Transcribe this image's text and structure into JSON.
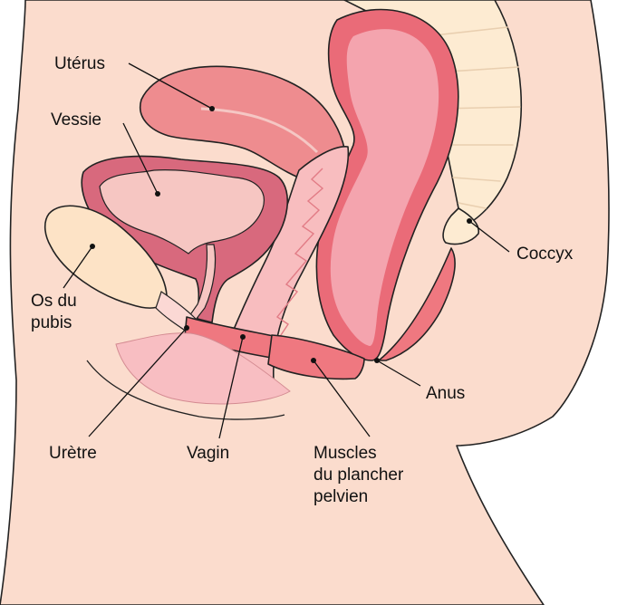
{
  "colors": {
    "background": "#ffffff",
    "skin": "#fbdccd",
    "uterus": "#ee8c8f",
    "bladder_wall": "#d8697d",
    "bladder_inner": "#f6c6c2",
    "rectum_outer": "#ea6b78",
    "rectum_inner": "#f4a4ae",
    "muscle": "#ef7880",
    "pubic_bone": "#fde3c6",
    "spine": "#fdebd2",
    "vagina": "#f8bdbf",
    "outline": "#222222"
  },
  "labels": {
    "uterus": "Utérus",
    "bladder": "Vessie",
    "pubic_bone_line1": "Os du",
    "pubic_bone_line2": "pubis",
    "urethra": "Urètre",
    "vagina": "Vagin",
    "pelvic_floor_line1": "Muscles",
    "pelvic_floor_line2": "du plancher",
    "pelvic_floor_line3": "pelvien",
    "anus": "Anus",
    "coccyx": "Coccyx"
  }
}
